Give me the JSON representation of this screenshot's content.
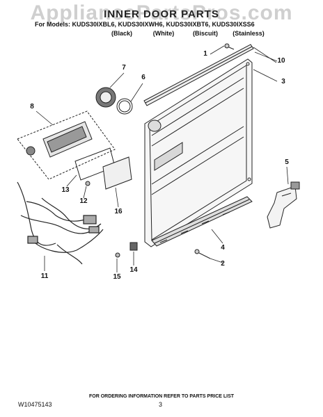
{
  "watermark": "AppliancePartsPros.com",
  "header": {
    "title": "INNER DOOR PARTS",
    "models_prefix": "For Models: KUDS30IXBL6, KUDS30IXWH6, KUDS30IXBT6, KUDS30IXSS6",
    "variants": [
      "(Black)",
      "(White)",
      "(Biscuit)",
      "(Stainless)"
    ]
  },
  "callouts": [
    "1",
    "2",
    "3",
    "4",
    "5",
    "6",
    "7",
    "8",
    "10",
    "11",
    "12",
    "13",
    "14",
    "15",
    "16"
  ],
  "footer": {
    "ordering": "FOR ORDERING INFORMATION REFER TO PARTS PRICE LIST",
    "doc_number": "W10475143",
    "page_number": "3"
  }
}
